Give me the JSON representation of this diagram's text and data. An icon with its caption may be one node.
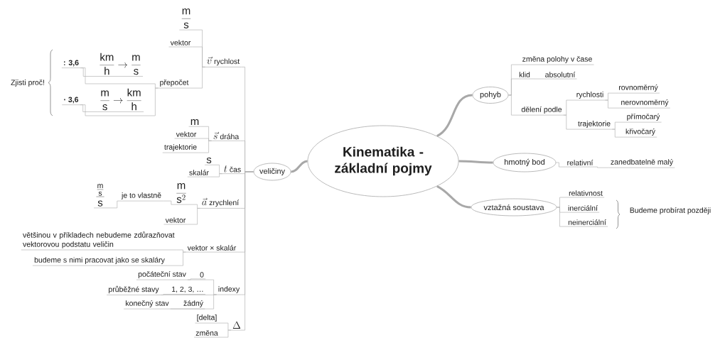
{
  "diagram": {
    "nodes": [
      {
        "text": [
          "Kinematika - základní pojmy"
        ]
      },
      {
        "text": [
          "pohyb"
        ]
      },
      {
        "text": [
          "změna polohy v čase"
        ]
      },
      {
        "text": [
          "klid"
        ]
      },
      {
        "text": [
          "absolutní"
        ]
      },
      {
        "text": [
          "dělení podle"
        ]
      },
      {
        "text": [
          "rychlosti"
        ]
      },
      {
        "text": [
          "rovnoměrný"
        ]
      },
      {
        "text": [
          "nerovnoměrný"
        ]
      },
      {
        "text": [
          "trajektorie"
        ]
      },
      {
        "text": [
          "přímočarý"
        ]
      },
      {
        "text": [
          "křivočarý"
        ]
      },
      {
        "text": [
          "hmotný bod"
        ]
      },
      {
        "text": [
          "relativní"
        ]
      },
      {
        "text": [
          "zanedbatelně malý"
        ]
      },
      {
        "text": [
          "vztažná soustava"
        ]
      },
      {
        "text": [
          "relativnost"
        ]
      },
      {
        "text": [
          "inerciální"
        ]
      },
      {
        "text": [
          "neinerciální"
        ]
      },
      {
        "text": [
          "veličiny"
        ]
      },
      {
        "text": [
          "\\vec{v}",
          "rychlost"
        ]
      },
      {
        "text": [
          "vektor"
        ]
      },
      {
        "text": [
          "\\frac{\\mathrm{m}}{\\mathrm{s}}"
        ]
      },
      {
        "text": [
          "přepočet"
        ]
      },
      {
        "text": [
          ": 3,6"
        ]
      },
      {
        "text": [
          "\\frac{\\mathrm{km}}{\\mathrm{h}} \\rightarrow \\frac{\\mathrm{m}}{\\mathrm{s}}"
        ]
      },
      {
        "text": [
          "· 3,6"
        ]
      },
      {
        "text": [
          "\\frac{\\mathrm{m}}{\\mathrm{s}} \\rightarrow \\frac{\\mathrm{km}}{\\mathrm{h}}"
        ]
      },
      {
        "text": [
          "\\vec{s}",
          "dráha"
        ]
      },
      {
        "text": [
          "vektor"
        ]
      },
      {
        "text": [
          "\\mathrm{m}"
        ]
      },
      {
        "text": [
          "trajektorie"
        ]
      },
      {
        "text": [
          "t",
          "čas"
        ]
      },
      {
        "text": [
          "skalár"
        ]
      },
      {
        "text": [
          "\\mathrm{s}"
        ]
      },
      {
        "text": [
          "\\vec{a}",
          "zrychlení"
        ]
      },
      {
        "text": [
          "\\frac{\\mathrm{m}}{\\mathrm{s}^2}"
        ]
      },
      {
        "text": [
          "je to vlastně"
        ]
      },
      {
        "text": [
          "\\frac{\\frac{\\mathrm{m}}{\\mathrm{s}}}{\\mathrm{s}}"
        ]
      },
      {
        "text": [
          "vektor"
        ]
      },
      {
        "text": [
          "vektor × skalár"
        ]
      },
      {
        "text": [
          "většinou v příkladech nebudeme zdůrazňovat vektorovou podstatu veličin"
        ]
      },
      {
        "text": [
          "budeme s nimi pracovat jako se skaláry"
        ]
      },
      {
        "text": [
          "indexy"
        ]
      },
      {
        "text": [
          "počáteční stav"
        ]
      },
      {
        "text": [
          "0"
        ]
      },
      {
        "text": [
          "průběžné stavy"
        ]
      },
      {
        "text": [
          "1, 2, 3, …"
        ]
      },
      {
        "text": [
          "konečný stav"
        ]
      },
      {
        "text": [
          "žádný"
        ]
      },
      {
        "text": [
          "\\Delta"
        ]
      },
      {
        "text": [
          "[delta]"
        ]
      },
      {
        "text": [
          "změna"
        ]
      }
    ],
    "edges": [
      {
        "from": 0,
        "to": 1,
        "arrow": "none",
        "style": "thick"
      },
      {
        "from": 0,
        "to": 12,
        "arrow": "none",
        "style": "thick"
      },
      {
        "from": 0,
        "to": 15,
        "arrow": "none",
        "style": "thick"
      },
      {
        "from": 0,
        "to": 19,
        "arrow": "none",
        "style": "thick"
      },
      {
        "from": 1,
        "to": 2,
        "arrow": "none"
      },
      {
        "from": 1,
        "to": 3,
        "arrow": "none"
      },
      {
        "from": 1,
        "to": 5,
        "arrow": "none"
      },
      {
        "from": 3,
        "to": 4,
        "arrow": "none"
      },
      {
        "from": 5,
        "to": 6,
        "arrow": "none"
      },
      {
        "from": 5,
        "to": 9,
        "arrow": "none"
      },
      {
        "from": 6,
        "to": 7,
        "arrow": "none"
      },
      {
        "from": 6,
        "to": 8,
        "arrow": "none"
      },
      {
        "from": 9,
        "to": 10,
        "arrow": "none"
      },
      {
        "from": 9,
        "to": 11,
        "arrow": "none"
      },
      {
        "from": 12,
        "to": 13,
        "arrow": "none"
      },
      {
        "from": 13,
        "to": 14,
        "arrow": "none"
      },
      {
        "from": 15,
        "to": 16,
        "arrow": "none"
      },
      {
        "from": 15,
        "to": 17,
        "arrow": "none"
      },
      {
        "from": 15,
        "to": 18,
        "arrow": "none"
      },
      {
        "from": 19,
        "to": 20,
        "arrow": "none"
      },
      {
        "from": 19,
        "to": 28,
        "arrow": "none"
      },
      {
        "from": 19,
        "to": 32,
        "arrow": "none"
      },
      {
        "from": 19,
        "to": 35,
        "arrow": "none"
      },
      {
        "from": 19,
        "to": 40,
        "arrow": "none"
      },
      {
        "from": 19,
        "to": 43,
        "arrow": "none"
      },
      {
        "from": 19,
        "to": 50,
        "arrow": "none"
      },
      {
        "from": 20,
        "to": 22,
        "arrow": "none"
      },
      {
        "from": 20,
        "to": 21,
        "arrow": "none"
      },
      {
        "from": 20,
        "to": 23,
        "arrow": "none"
      },
      {
        "from": 23,
        "to": 24,
        "arrow": "none"
      },
      {
        "from": 23,
        "to": 26,
        "arrow": "none"
      },
      {
        "from": 24,
        "to": 25,
        "arrow": "none"
      },
      {
        "from": 26,
        "to": 27,
        "arrow": "none"
      },
      {
        "from": 28,
        "to": 30,
        "arrow": "none"
      },
      {
        "from": 28,
        "to": 29,
        "arrow": "none"
      },
      {
        "from": 28,
        "to": 31,
        "arrow": "none"
      },
      {
        "from": 32,
        "to": 34,
        "arrow": "none"
      },
      {
        "from": 32,
        "to": 33,
        "arrow": "none"
      },
      {
        "from": 35,
        "to": 36,
        "arrow": "none"
      },
      {
        "from": 35,
        "to": 39,
        "arrow": "none"
      },
      {
        "from": 36,
        "to": 37,
        "arrow": "none"
      },
      {
        "from": 37,
        "to": 38,
        "arrow": "none"
      },
      {
        "from": 40,
        "to": 41,
        "arrow": "none"
      },
      {
        "from": 40,
        "to": 42,
        "arrow": "none"
      },
      {
        "from": 43,
        "to": 44,
        "arrow": "none"
      },
      {
        "from": 43,
        "to": 46,
        "arrow": "none"
      },
      {
        "from": 43,
        "to": 48,
        "arrow": "none"
      },
      {
        "from": 44,
        "to": 45,
        "arrow": "none"
      },
      {
        "from": 46,
        "to": 47,
        "arrow": "none"
      },
      {
        "from": 48,
        "to": 49,
        "arrow": "none"
      },
      {
        "from": 50,
        "to": 51,
        "arrow": "none"
      },
      {
        "from": 50,
        "to": 52,
        "arrow": "none"
      }
    ],
    "labels": [
      "Zjisti proč!",
      "Budeme probírat později"
    ]
  }
}
